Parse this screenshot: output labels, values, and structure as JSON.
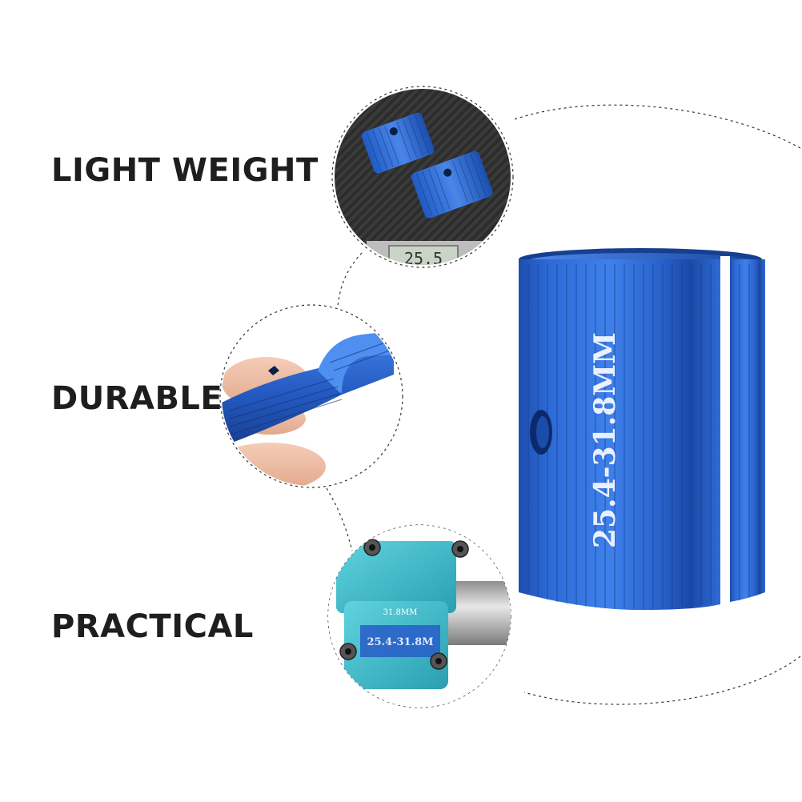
{
  "features": [
    {
      "label": "LIGHT WEIGHT"
    },
    {
      "label": "DURABLE"
    },
    {
      "label": "PRACTICAL"
    }
  ],
  "product": {
    "size_marking": "25.4-31.8MM",
    "scale_reading": "25.5",
    "stem_marking_top": "31.8MM",
    "stem_marking_front": "25.4-31.8M",
    "shim_marking": "25.4-31.8MM"
  },
  "colors": {
    "anodized_blue": "#2a62c9",
    "stem_cyan": "#36b6c6",
    "label_text": "#1e1e1e"
  }
}
